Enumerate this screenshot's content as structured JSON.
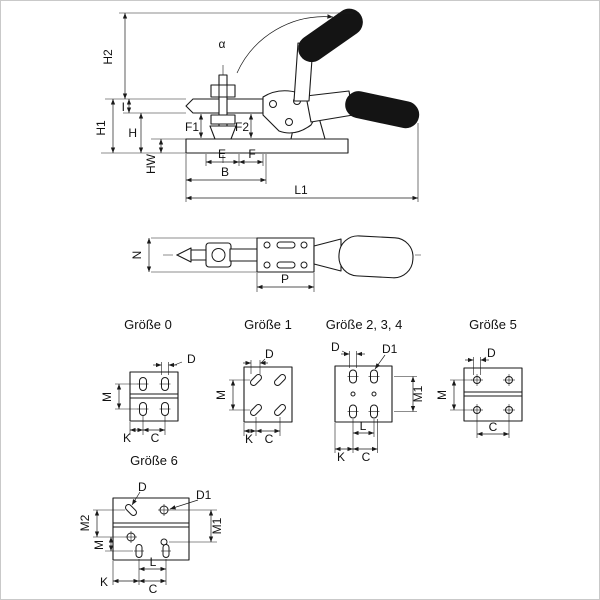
{
  "side_view": {
    "h2": "H2",
    "alpha": "α",
    "i": "I",
    "h1": "H1",
    "h": "H",
    "hw": "HW",
    "f1": "F1",
    "f2": "F2",
    "e": "E",
    "f": "F",
    "b": "B",
    "l1": "L1"
  },
  "top_view": {
    "n": "N",
    "p": "P"
  },
  "size0": {
    "title": "Größe 0",
    "d": "D",
    "m": "M",
    "k": "K",
    "c": "C"
  },
  "size1": {
    "title": "Größe 1",
    "d": "D",
    "m": "M",
    "k": "K",
    "c": "C"
  },
  "size234": {
    "title": "Größe 2, 3, 4",
    "d": "D",
    "d1": "D1",
    "m1": "M1",
    "l": "L",
    "k": "K",
    "c": "C"
  },
  "size5": {
    "title": "Größe 5",
    "d": "D",
    "m": "M",
    "c": "C"
  },
  "size6": {
    "title": "Größe 6",
    "d": "D",
    "d1": "D1",
    "m2": "M2",
    "m": "M",
    "m1": "M1",
    "l": "L",
    "k": "K",
    "c": "C"
  }
}
